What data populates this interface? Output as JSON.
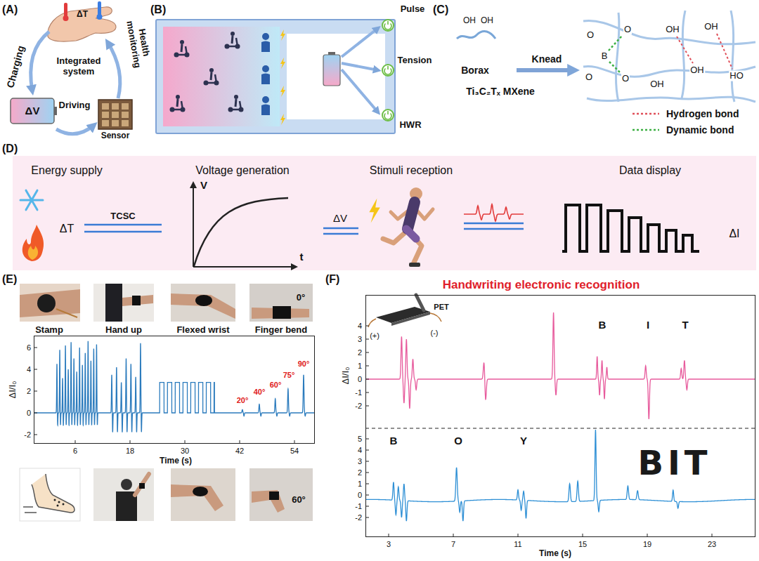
{
  "diagram": {
    "nodes": [
      {
        "text": [
          "Energy supply",
          "Voltage generation",
          "Stimuli reception",
          "Data display",
          "ΔT",
          "TCSC",
          "V",
          "t",
          "ΔV",
          "ΔI"
        ]
      },
      {
        "text": [
          "20°",
          "40°",
          "60°",
          "75°",
          "90°"
        ]
      },
      {
        "text": [
          "Handwriting electronic recognition",
          "PET",
          "(+)",
          "(-)",
          "B",
          "I",
          "T",
          "B",
          "O",
          "Y",
          "BIT"
        ]
      }
    ],
    "labels": [
      "(A)",
      "ΔT",
      "Charging",
      "Integrated system",
      "Health monitoring",
      "ΔV",
      "Driving",
      "Sensor",
      "(B)",
      "Pulse",
      "Tension",
      "HWR",
      "(C)",
      "OH",
      "OH",
      "Borax",
      "Knead",
      "Ti₃C₂Tₓ MXene",
      "O",
      "B",
      "O",
      "O",
      "O",
      "OH",
      "OH",
      "OH",
      "OH",
      "HO",
      "(D)",
      "(E)",
      "Stamp",
      "Hand up",
      "Flexed wrist",
      "Finger bend",
      "0°",
      "ΔI/I₀",
      "6",
      "4",
      "2",
      "0",
      "-2",
      "6",
      "18",
      "30",
      "42",
      "54",
      "Time (s)",
      "60°",
      "(F)",
      "ΔI/I₀",
      "4",
      "3",
      "2",
      "1",
      "0",
      "-1",
      "-2",
      "5",
      "4",
      "3",
      "2",
      "1",
      "0",
      "-1",
      "-2",
      "3",
      "7",
      "11",
      "15",
      "19",
      "23",
      "Time (s)"
    ],
    "legend": [
      {
        "text": "Hydrogen bond"
      },
      {
        "text": "Dynamic bond"
      }
    ]
  }
}
